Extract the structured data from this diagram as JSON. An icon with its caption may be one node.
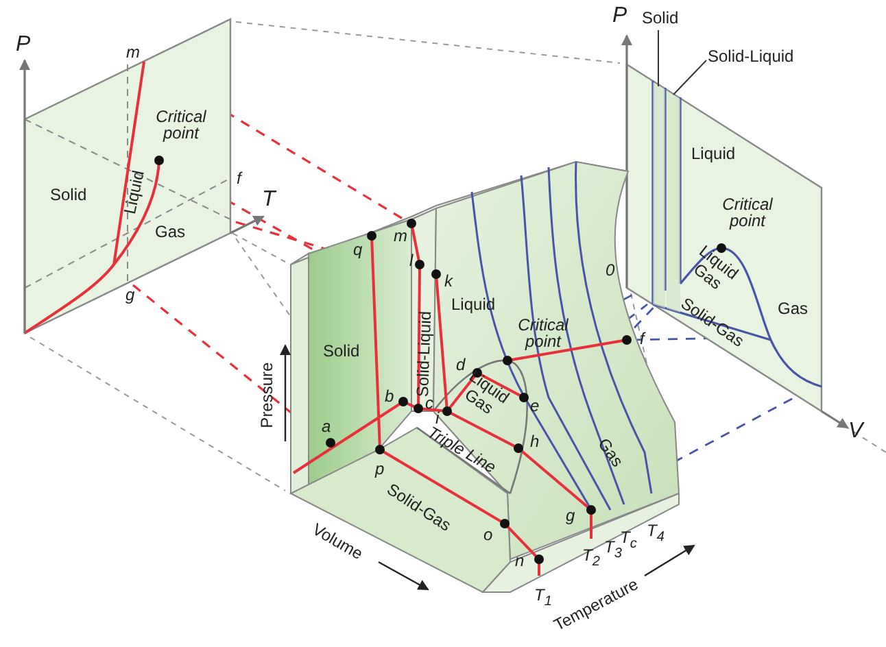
{
  "diagram": {
    "nodes": [
      {
        "text": [
          "Solid"
        ]
      },
      {
        "text": [
          "Solid-Liquid"
        ]
      },
      {
        "text": [],
        "shape": "bar"
      },
      {
        "text": [],
        "shape": "bar"
      }
    ],
    "edges": [
      {
        "from": 0,
        "to": 2,
        "arrow": "none"
      },
      {
        "from": 1,
        "to": 3,
        "arrow": "none"
      }
    ],
    "labels": [
      "P",
      "m",
      "Critical point",
      "Solid",
      "Liquid",
      "f",
      "T",
      "Gas",
      "g",
      "P",
      "Liquid",
      "Critical point",
      "0",
      "Liquid Gas",
      "Gas",
      "Solid-Gas",
      "V",
      "q",
      "m",
      "l",
      "k",
      "Liquid",
      "Solid",
      "Solid-Liquid",
      "Critical point",
      "f",
      "d",
      "Pressure",
      "b",
      "c",
      "i",
      "e",
      "Liquid Gas",
      "a",
      "h",
      "Triple Line",
      "p",
      "Gas",
      "Solid-Gas",
      "g",
      "o",
      "T$_{2}$",
      "T$_{3}$",
      "T$_{c}$",
      "T$_{4}$",
      "n",
      "Volume",
      "T$_{1}$",
      "Temperature"
    ]
  }
}
